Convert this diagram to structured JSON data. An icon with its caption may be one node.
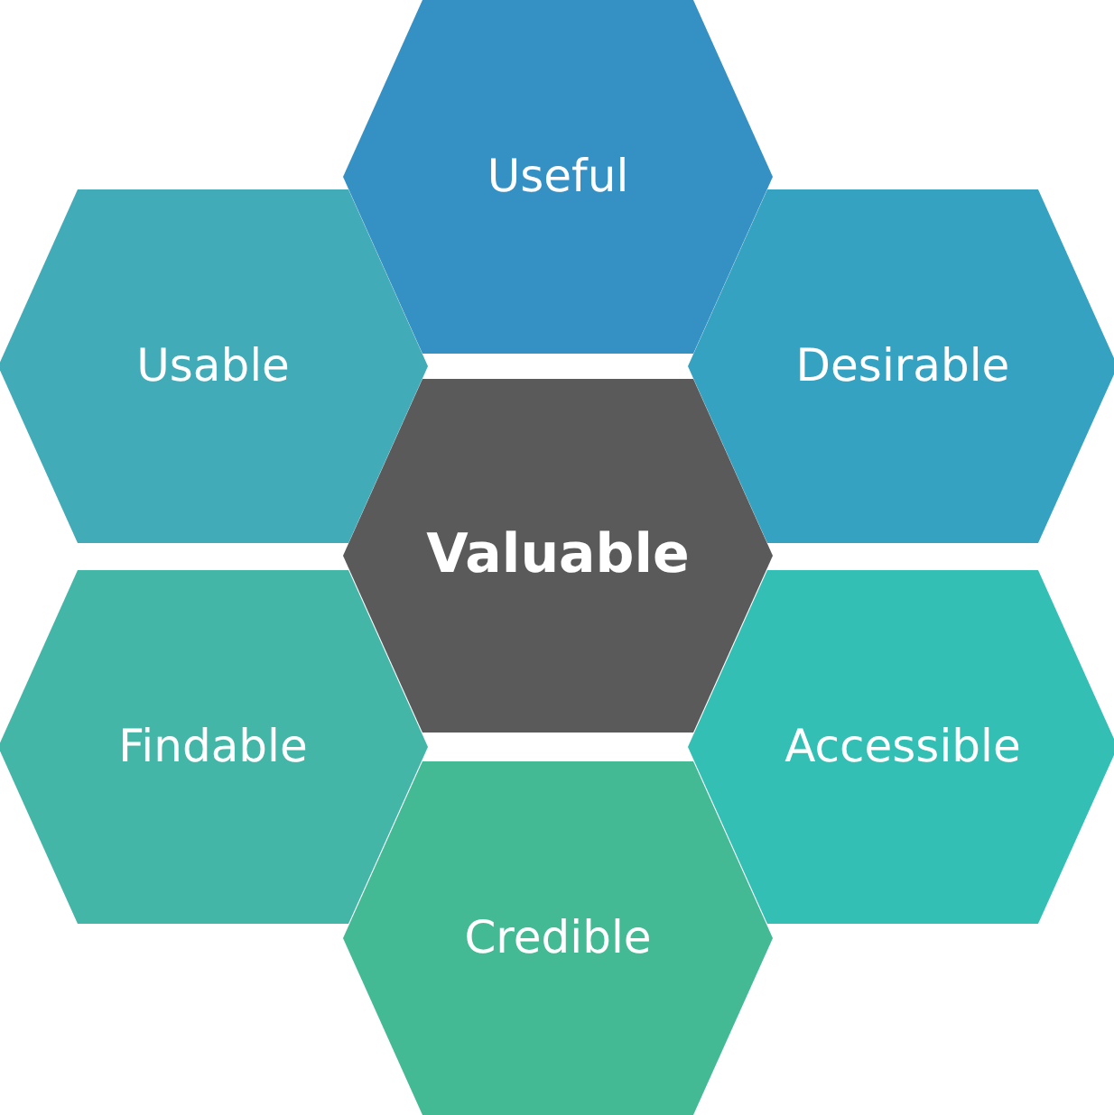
{
  "diagram": {
    "nodes": [
      {
        "text": [
          "Useful"
        ]
      },
      {
        "text": [
          "Usable"
        ]
      },
      {
        "text": [
          "Desirable"
        ]
      },
      {
        "text": [
          "Valuable"
        ]
      },
      {
        "text": [
          "Findable"
        ]
      },
      {
        "text": [
          "Accessible"
        ]
      },
      {
        "text": [
          "Credible"
        ]
      }
    ]
  }
}
